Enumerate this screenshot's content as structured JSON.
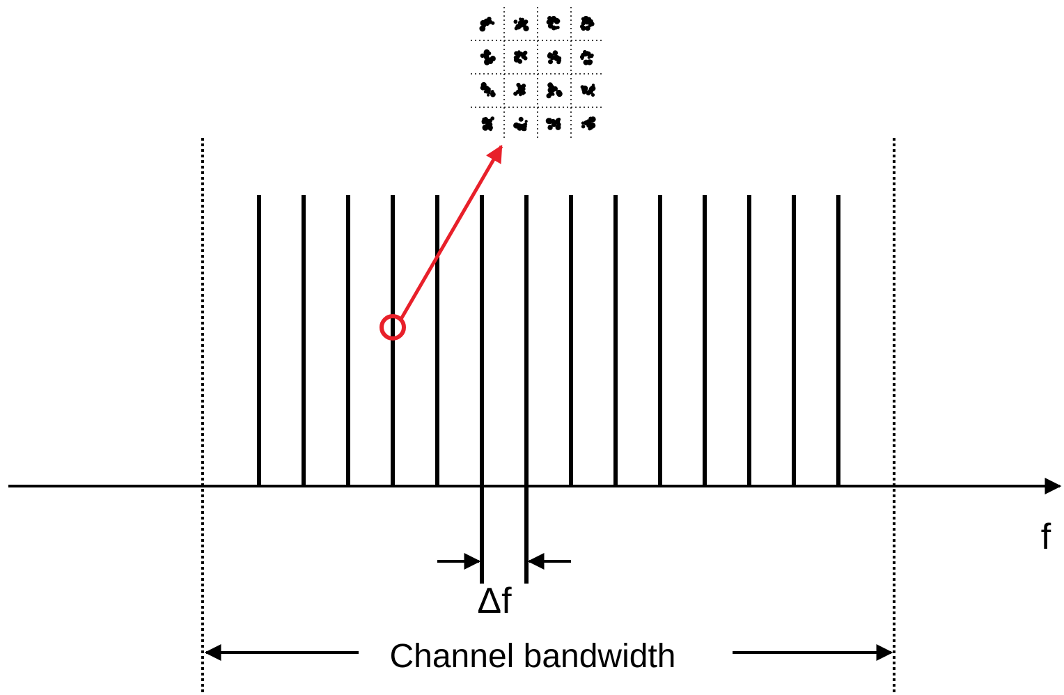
{
  "labels": {
    "axis": "f",
    "spacing": "Δf",
    "bandwidth": "Channel bandwidth"
  },
  "subcarriers": {
    "count": 14,
    "highlighted_index": 3,
    "spacing_marked_between": [
      5,
      6
    ]
  },
  "constellation": {
    "grid": 4,
    "modulation_points": 16
  },
  "colors": {
    "line": "#000000",
    "highlight": "#e8202a",
    "background": "#ffffff"
  }
}
